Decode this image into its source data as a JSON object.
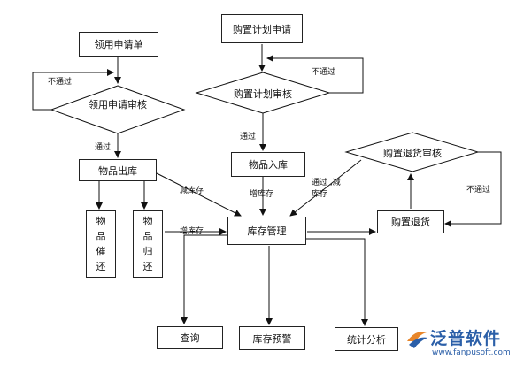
{
  "nodes": {
    "apply_form": "领用申请单",
    "apply_review": "领用申请审核",
    "goods_out": "物品出库",
    "goods_urge": [
      "物",
      "品",
      "催",
      "还"
    ],
    "goods_return": [
      "物",
      "品",
      "归",
      "还"
    ],
    "purchase_plan": "购置计划申请",
    "purchase_review": "购置计划审核",
    "goods_in": "物品入库",
    "return_review": "购置退货审核",
    "purchase_return": "购置退货",
    "inventory": "库存管理",
    "query": "查询",
    "alert": "库存预警",
    "stats": "统计分析"
  },
  "edge_labels": {
    "apply_reject": "不通过",
    "apply_pass": "通过",
    "purchase_reject": "不通过",
    "purchase_pass": "通过",
    "reduce_stock": "减库存",
    "add_stock_in": "增库存",
    "add_stock_return": "增库存",
    "return_pass": "通过 ,减",
    "return_pass_2": "库存",
    "return_reject": "不通过"
  },
  "logo": {
    "name": "泛普软件",
    "url": "www.fanpusoft.com"
  }
}
